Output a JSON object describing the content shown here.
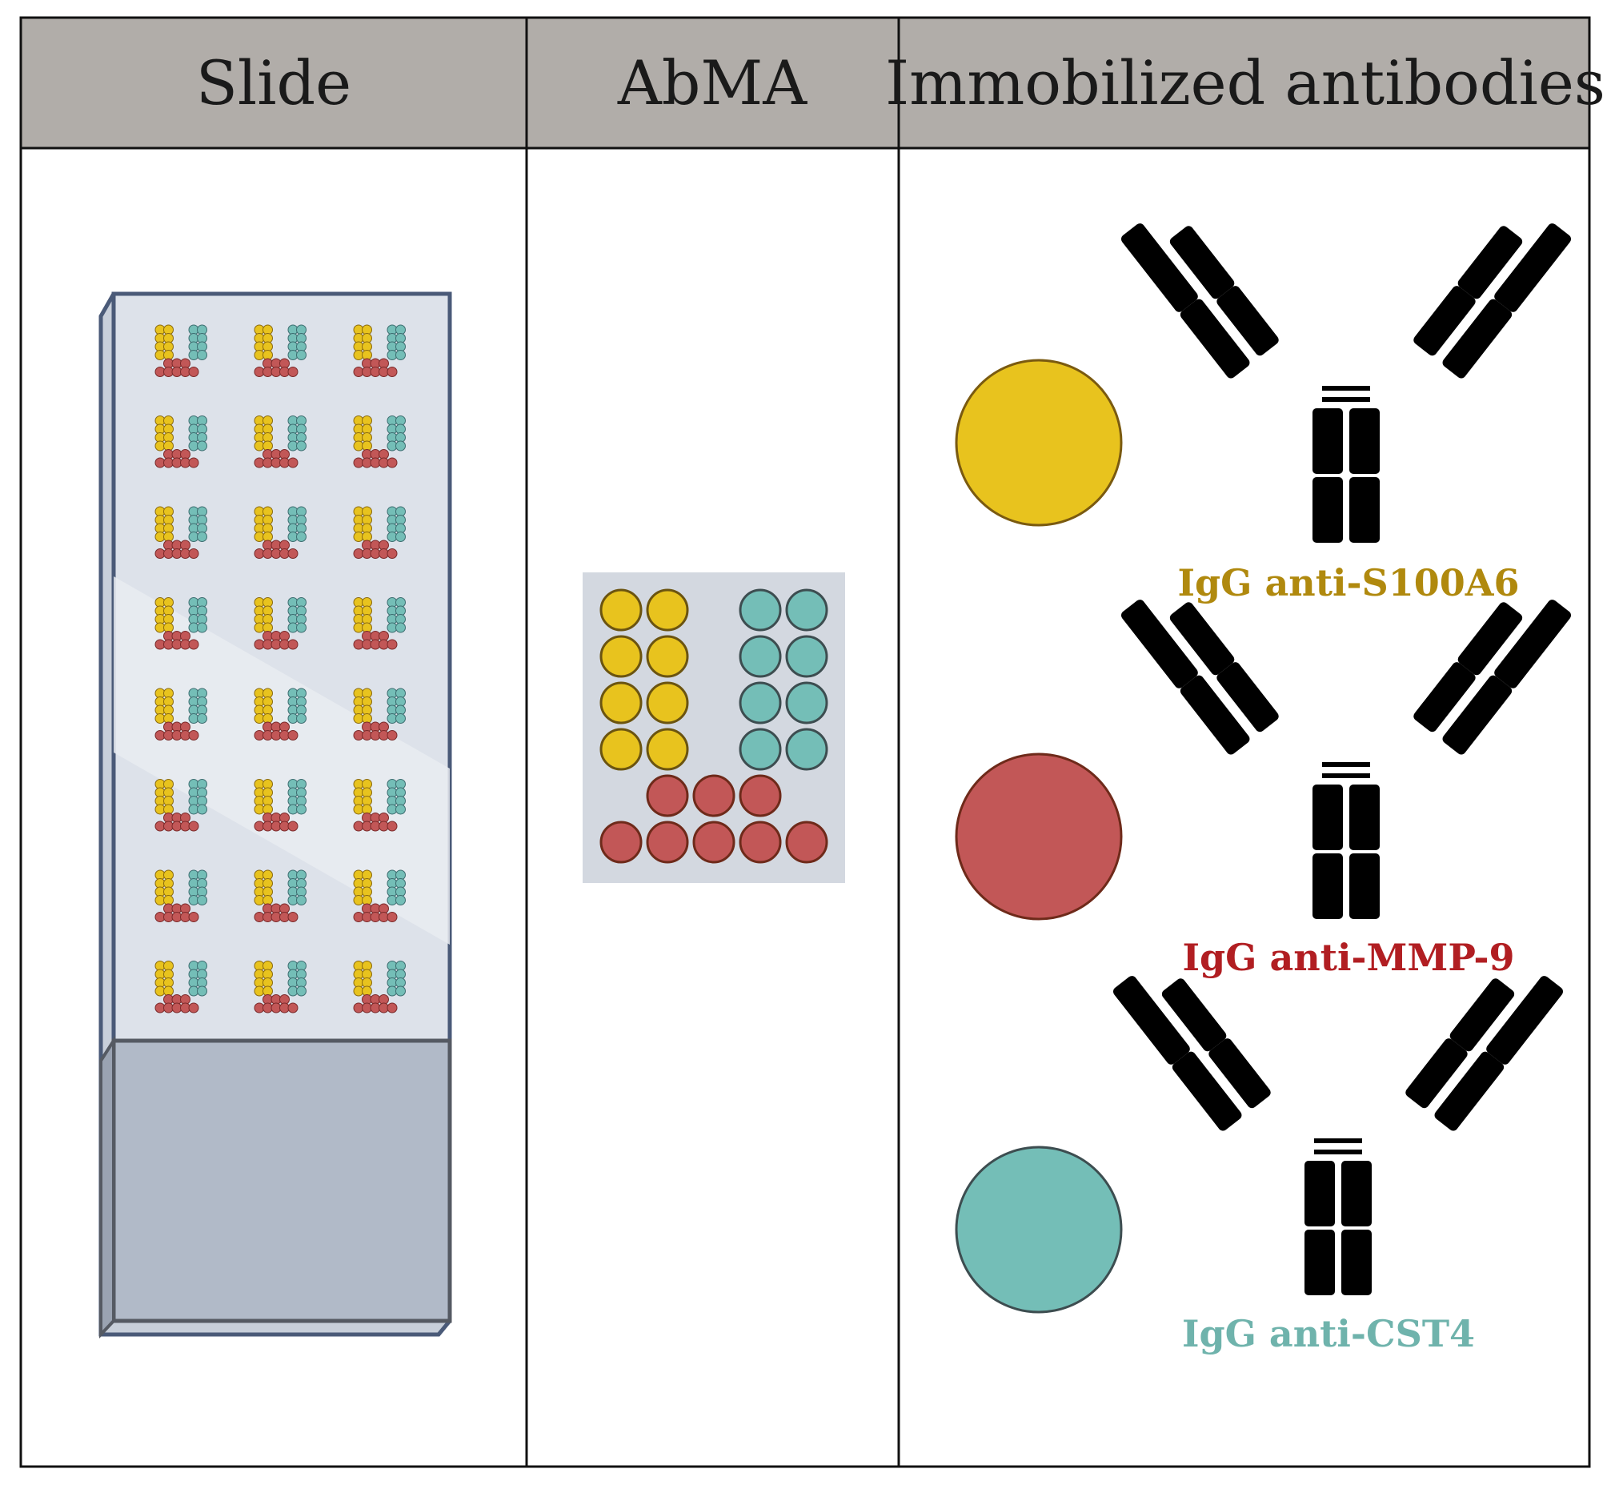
{
  "table": {
    "headers": [
      "Slide",
      "AbMA",
      "Immobilized antibodies"
    ]
  },
  "colors": {
    "yellow": "#E8C31E",
    "red": "#C25757",
    "teal": "#74BEB7",
    "header_bg": "#B1ADA9",
    "slide_glass": "#DDE2EA",
    "slide_frost": "#B1BAC8",
    "array_bg": "#D3D8E0"
  },
  "antibodies": [
    {
      "label": "IgG anti-S100A6",
      "color_key": "yellow",
      "label_color": "#B0890E",
      "icon": "antibody-yellow-icon"
    },
    {
      "label": "IgG anti-MMP-9",
      "color_key": "red",
      "label_color": "#B11E22",
      "icon": "antibody-red-icon"
    },
    {
      "label": "IgG anti-CST4",
      "color_key": "teal",
      "label_color": "#6FB3AC",
      "icon": "antibody-teal-icon"
    }
  ],
  "slide": {
    "array_columns": 3,
    "array_rows": 8
  },
  "abma_layout": {
    "yellow_cols": 2,
    "yellow_rows": 4,
    "teal_cols": 2,
    "teal_rows": 4,
    "red_top_count": 3,
    "red_bottom_count": 5
  }
}
